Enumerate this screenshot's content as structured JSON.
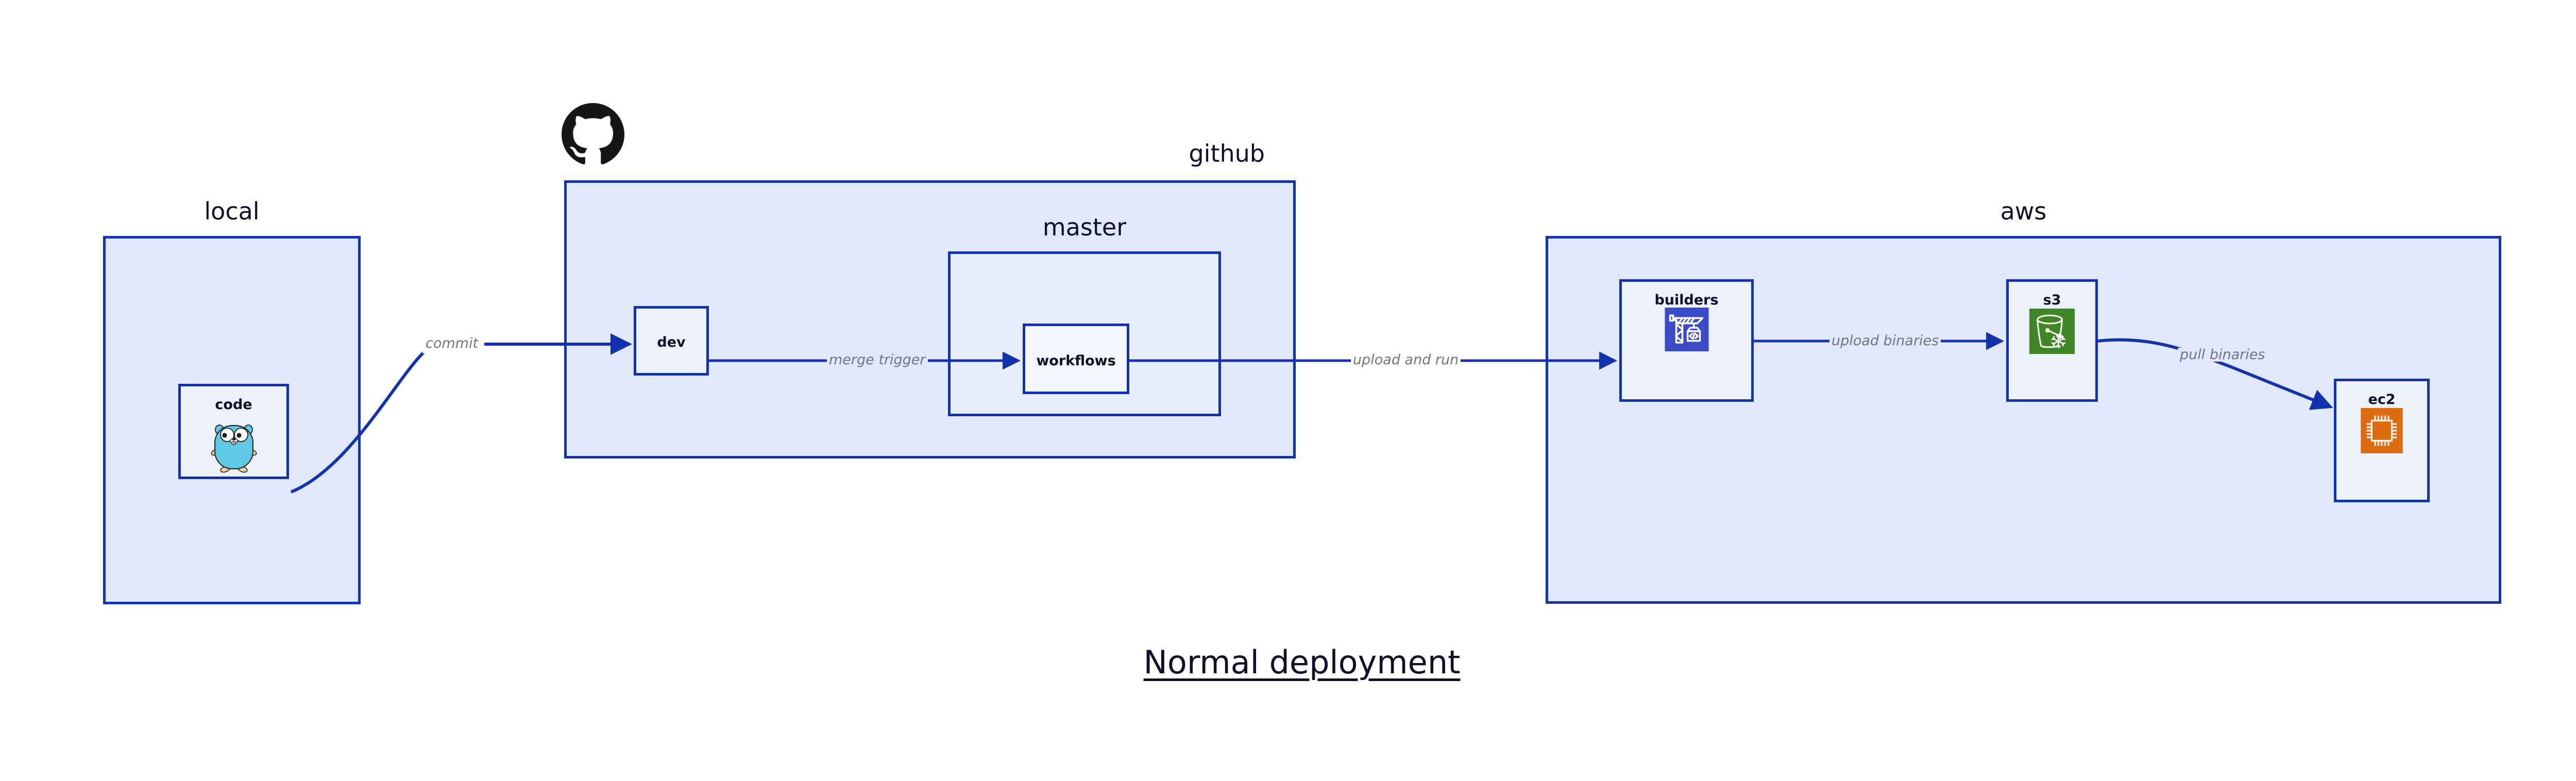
{
  "diagram": {
    "title": "Normal deployment",
    "background_color": "#ffffff",
    "group_fill": "#e2e8fb",
    "subgroup_fill": "#e9eefc",
    "node_fill": "#edf1fc",
    "border_color": "#1232ae",
    "edge_color": "#1232ae",
    "edge_label_color": "#70757f",
    "text_color": "#0d1028"
  },
  "groups": {
    "local": {
      "label": "local"
    },
    "github": {
      "label": "github"
    },
    "master": {
      "label": "master"
    },
    "aws": {
      "label": "aws"
    }
  },
  "nodes": {
    "code": {
      "label": "code",
      "icon": "go-gopher-icon"
    },
    "dev": {
      "label": "dev"
    },
    "workflows": {
      "label": "workflows"
    },
    "builders": {
      "label": "builders",
      "icon": "crane-code-icon",
      "icon_color": "#3b4cc8"
    },
    "s3": {
      "label": "s3",
      "icon": "s3-bucket-glacier-icon",
      "icon_color": "#3f8624"
    },
    "ec2": {
      "label": "ec2",
      "icon": "cpu-chip-icon",
      "icon_color": "#dd6b10"
    }
  },
  "edges": [
    {
      "id": "commit",
      "label": "commit",
      "from": "code",
      "to": "dev"
    },
    {
      "id": "merge-trigger",
      "label": "merge trigger",
      "from": "dev",
      "to": "workflows"
    },
    {
      "id": "upload-and-run",
      "label": "upload and run",
      "from": "workflows",
      "to": "builders"
    },
    {
      "id": "upload-binaries",
      "label": "upload binaries",
      "from": "builders",
      "to": "s3"
    },
    {
      "id": "pull-binaries",
      "label": "pull binaries",
      "from": "s3",
      "to": "ec2"
    }
  ],
  "logos": {
    "github": "github-octocat-logo"
  }
}
